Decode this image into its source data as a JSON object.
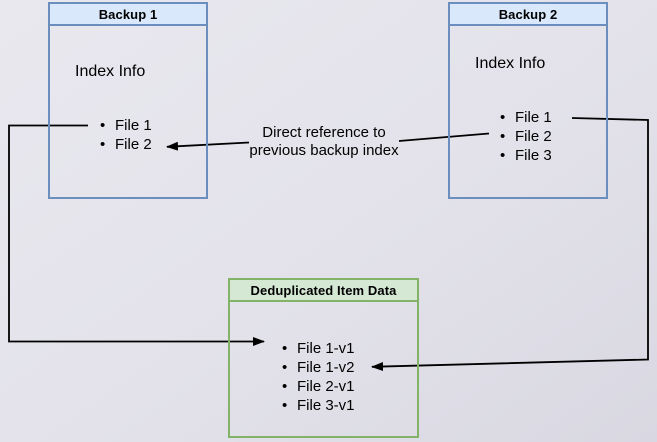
{
  "colors": {
    "background-start": "#e9e8ef",
    "background-end": "#d9d8e2",
    "blue-border": "#6c8ebf",
    "blue-fill": "#dae8fc",
    "green-border": "#82b366",
    "green-fill": "#d5e8d4",
    "arrow": "#000000",
    "text": "#000000"
  },
  "backup1": {
    "title": "Backup 1",
    "subtitle": "Index Info",
    "files": [
      "File 1",
      "File 2"
    ]
  },
  "backup2": {
    "title": "Backup 2",
    "subtitle": "Index Info",
    "files": [
      "File 1",
      "File 2",
      "File 3"
    ]
  },
  "dedup": {
    "title": "Deduplicated Item Data",
    "files": [
      "File 1-v1",
      "File 1-v2",
      "File 2-v1",
      "File 3-v1"
    ]
  },
  "annotations": {
    "direct_reference_label": "Direct reference to\nprevious backup index"
  }
}
